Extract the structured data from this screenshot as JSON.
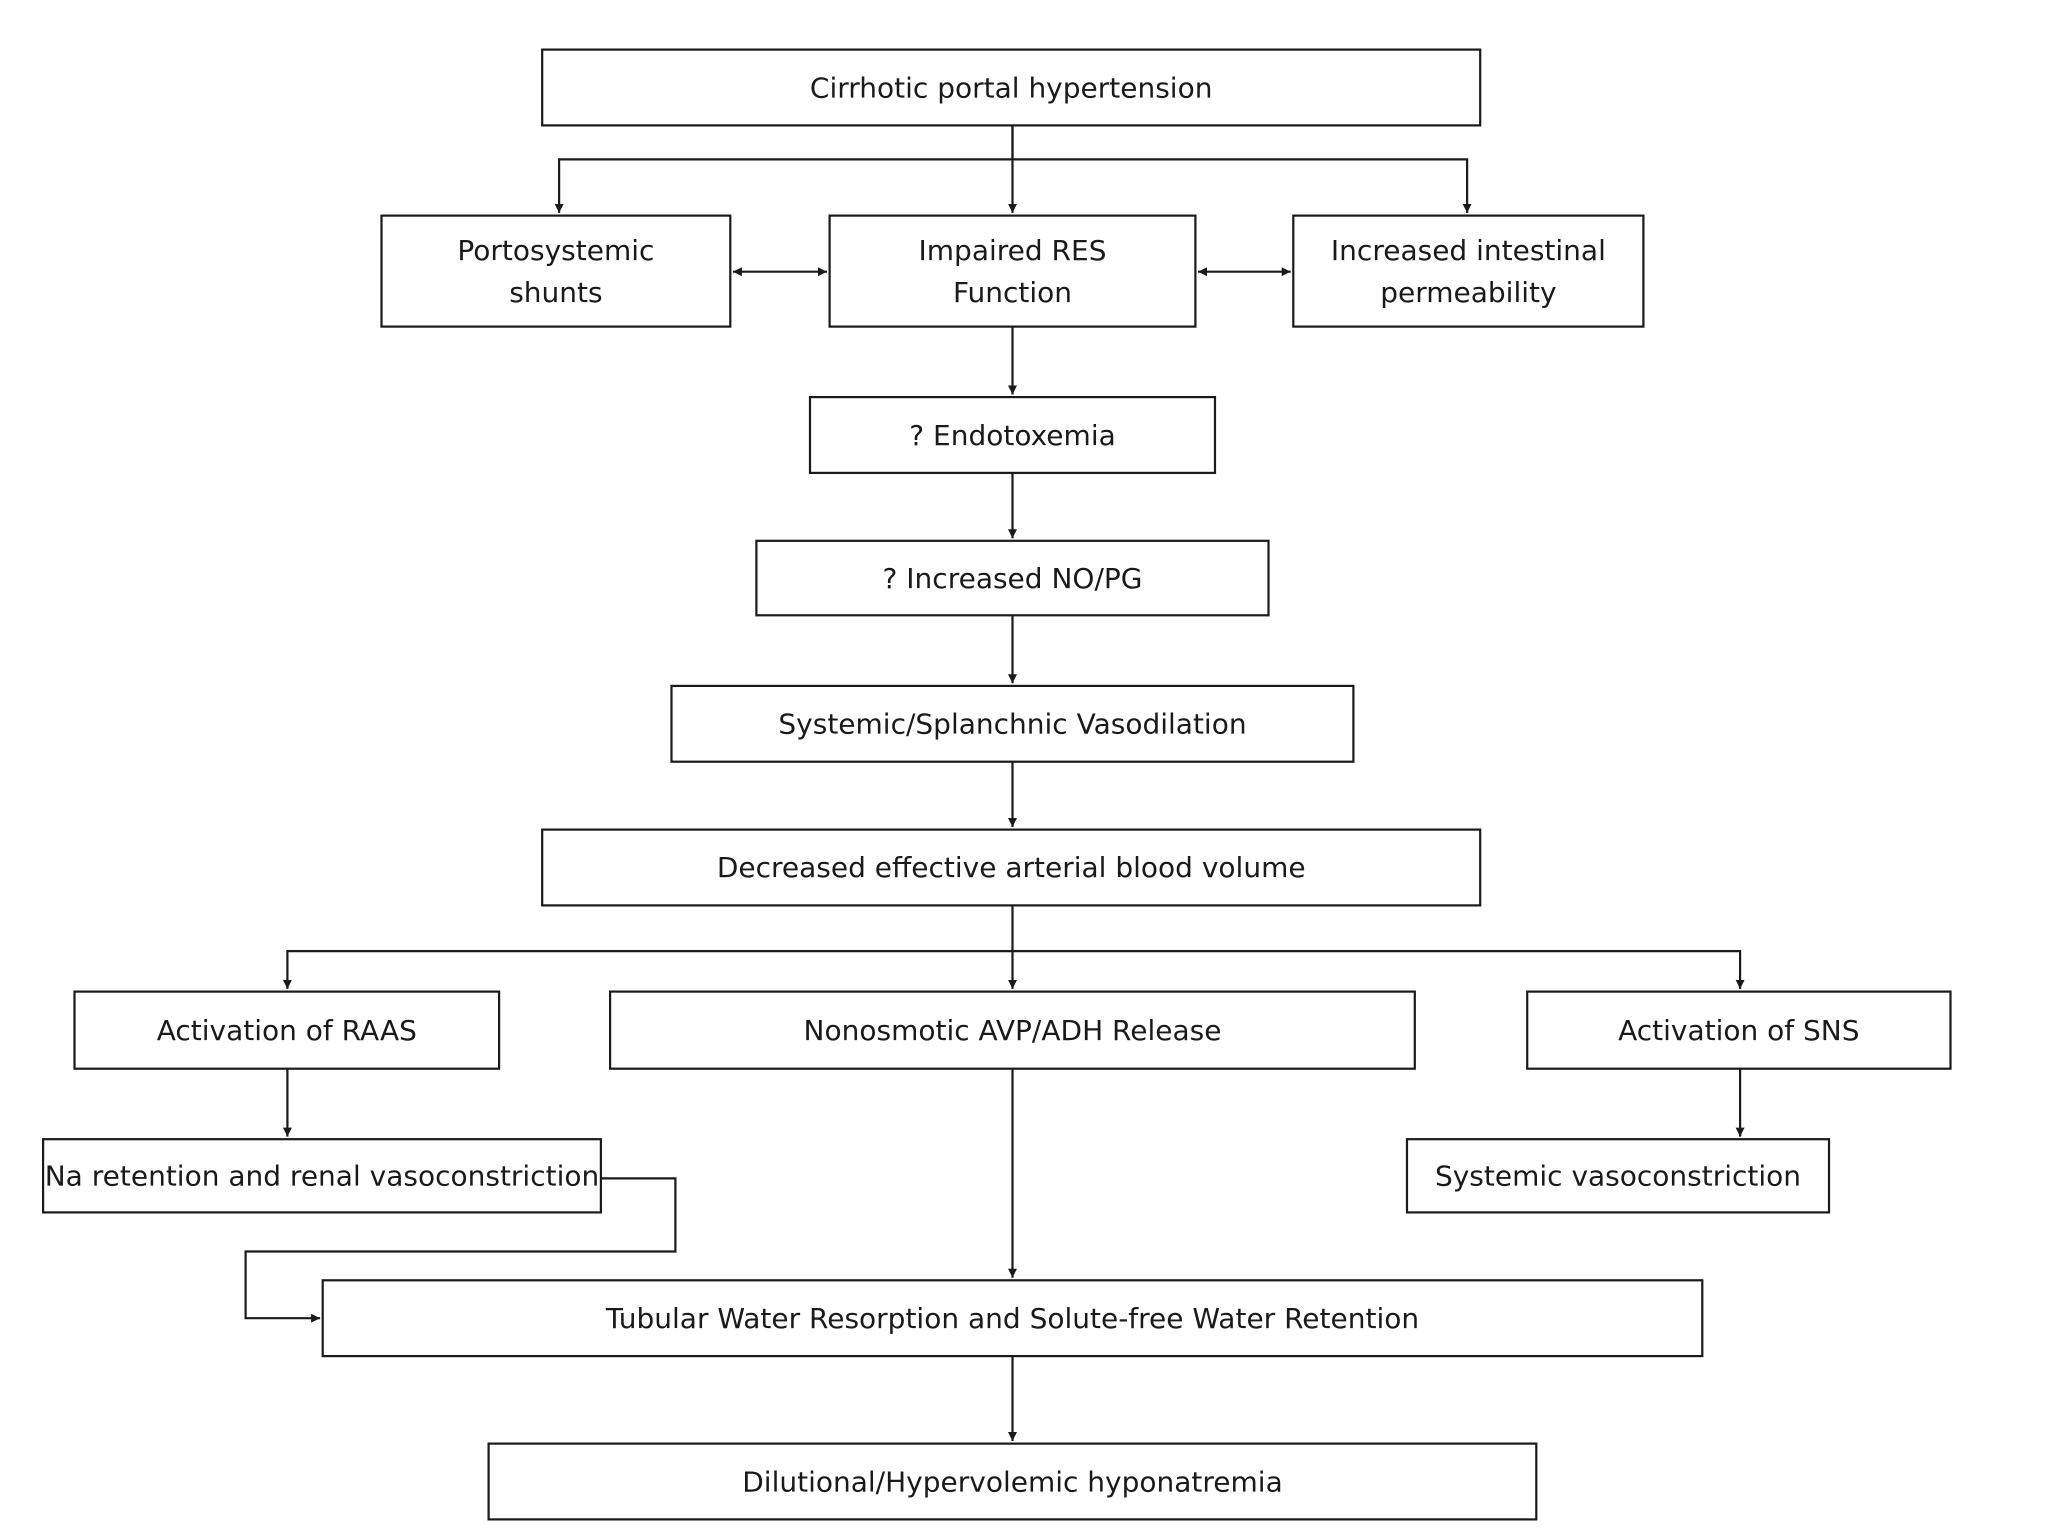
{
  "diagram": {
    "nodes": {
      "cirrhotic": {
        "lines": [
          "Cirrhotic portal hypertension"
        ]
      },
      "shunts": {
        "lines": [
          "Portosystemic",
          "shunts"
        ]
      },
      "res": {
        "lines": [
          "Impaired RES",
          "Function"
        ]
      },
      "permeability": {
        "lines": [
          "Increased intestinal",
          "permeability"
        ]
      },
      "endotoxemia": {
        "lines": [
          "? Endotoxemia"
        ]
      },
      "nopg": {
        "lines": [
          "? Increased NO/PG"
        ]
      },
      "vasodilation": {
        "lines": [
          "Systemic/Splanchnic Vasodilation"
        ]
      },
      "eabv": {
        "lines": [
          "Decreased effective arterial blood volume"
        ]
      },
      "raas": {
        "lines": [
          "Activation of RAAS"
        ]
      },
      "avp": {
        "lines": [
          "Nonosmotic AVP/ADH Release"
        ]
      },
      "sns": {
        "lines": [
          "Activation of SNS"
        ]
      },
      "na": {
        "lines": [
          "Na retention and renal vasoconstriction"
        ]
      },
      "sysvaso": {
        "lines": [
          "Systemic vasoconstriction"
        ]
      },
      "tubular": {
        "lines": [
          "Tubular Water Resorption and Solute-free Water Retention"
        ]
      },
      "dilutional": {
        "lines": [
          "Dilutional/Hypervolemic hyponatremia"
        ]
      }
    },
    "edges": [
      {
        "from": "cirrhotic",
        "to": "shunts",
        "type": "arrow"
      },
      {
        "from": "cirrhotic",
        "to": "res",
        "type": "arrow"
      },
      {
        "from": "cirrhotic",
        "to": "permeability",
        "type": "arrow"
      },
      {
        "from": "shunts",
        "to": "res",
        "type": "bidirectional"
      },
      {
        "from": "res",
        "to": "permeability",
        "type": "bidirectional"
      },
      {
        "from": "res",
        "to": "endotoxemia",
        "type": "arrow"
      },
      {
        "from": "endotoxemia",
        "to": "nopg",
        "type": "arrow"
      },
      {
        "from": "nopg",
        "to": "vasodilation",
        "type": "arrow"
      },
      {
        "from": "vasodilation",
        "to": "eabv",
        "type": "arrow"
      },
      {
        "from": "eabv",
        "to": "raas",
        "type": "arrow"
      },
      {
        "from": "eabv",
        "to": "avp",
        "type": "arrow"
      },
      {
        "from": "eabv",
        "to": "sns",
        "type": "arrow"
      },
      {
        "from": "raas",
        "to": "na",
        "type": "arrow"
      },
      {
        "from": "sns",
        "to": "sysvaso",
        "type": "arrow"
      },
      {
        "from": "avp",
        "to": "tubular",
        "type": "arrow"
      },
      {
        "from": "na",
        "to": "tubular",
        "type": "arrow"
      },
      {
        "from": "tubular",
        "to": "dilutional",
        "type": "arrow"
      }
    ]
  }
}
